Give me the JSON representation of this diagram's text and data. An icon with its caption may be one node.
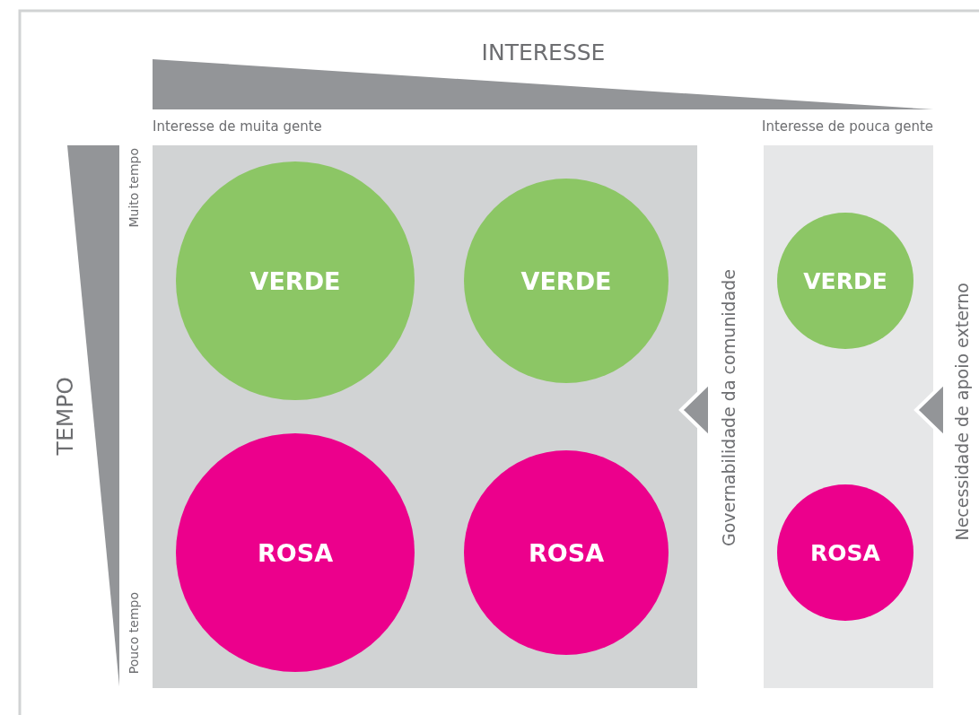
{
  "diagram": {
    "nodes": [
      {
        "text": [],
        "shape": "box"
      },
      {
        "text": [],
        "shape": "box"
      },
      {
        "text": [
          "VERDE"
        ],
        "in": 0
      },
      {
        "text": [
          "VERDE"
        ],
        "in": 0
      },
      {
        "text": [
          "VERDE"
        ],
        "in": 1
      },
      {
        "text": [
          "ROSA"
        ],
        "in": 0
      },
      {
        "text": [
          "ROSA"
        ],
        "in": 0
      },
      {
        "text": [
          "ROSA"
        ],
        "in": 1
      }
    ],
    "edges": [],
    "labels": [
      "INTERESSE",
      "Interesse de muita gente",
      "Interesse de pouca gente",
      "TEMPO",
      "Muito tempo",
      "Pouco tempo",
      "Governabilidade da comunidade",
      "Necessidade de apoio externo"
    ]
  }
}
